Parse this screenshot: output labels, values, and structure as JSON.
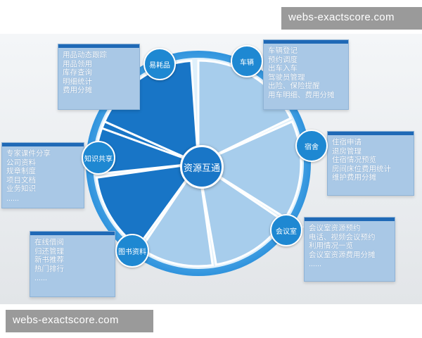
{
  "watermark_top": "webs-exactscore.com",
  "watermark_bottom": "webs-exactscore.com",
  "hub_label": "资源互通",
  "nodes": {
    "consumables": "易耗品",
    "vehicles": "车辆",
    "dorm": "宿舍",
    "meeting": "会议室",
    "books": "图书资料",
    "knowledge": "知识共享"
  },
  "panels": {
    "consumables": {
      "items": [
        "用品动态跟踪",
        "用品领用",
        "库存查询",
        "明细统计",
        "费用分摊"
      ]
    },
    "vehicles": {
      "items": [
        "车辆登记",
        "预约调度",
        "出车入车",
        "驾驶员管理",
        "出险、保险提醒",
        "用车明细、费用分摊"
      ]
    },
    "dorm": {
      "items": [
        "住宿申请",
        "退房管理",
        "住宿情况预览",
        "房间床位费用统计",
        "维护费用分摊"
      ]
    },
    "meeting": {
      "items": [
        "会议室资源预约",
        "电话、视频会议预约",
        "利用情况一览",
        "会议室资源费用分摊"
      ]
    },
    "books": {
      "items": [
        "在线借阅",
        "归还管理",
        "新书推荐",
        "热门排行"
      ]
    },
    "knowledge": {
      "items": [
        "专家课件分享",
        "公司资料",
        "规章制度",
        "项目文档",
        "业务知识"
      ]
    }
  },
  "more_marker": "……",
  "colors": {
    "dark_wedge": "#1875c6",
    "light_wedge": "#a7cdec",
    "ring": "#2f93dd",
    "node": "#1e88d2",
    "panel": "#a9c8e6",
    "panel_bar": "#1f69b6"
  }
}
